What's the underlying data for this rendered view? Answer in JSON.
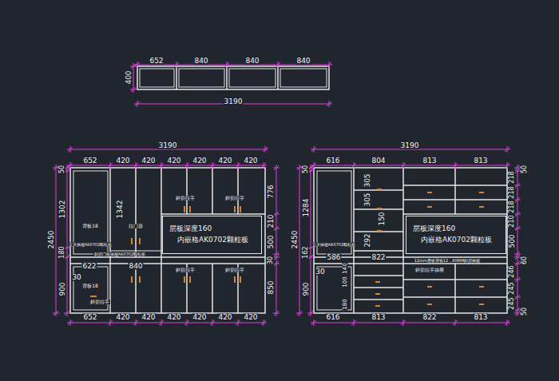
{
  "diagram": {
    "nodes": [
      {
        "text": [
          "层板深度160",
          "内嵌格AK0702颗粒板"
        ]
      },
      {
        "text": [
          "层板深度160",
          "内嵌格AK0702颗粒板"
        ]
      }
    ],
    "labels": [
      "652",
      "840",
      "840",
      "840",
      "400",
      "3190",
      "3190",
      "652",
      "420",
      "420",
      "420",
      "420",
      "420",
      "420",
      "50",
      "1302",
      "2450",
      "180",
      "900",
      "30",
      "1342",
      "622",
      "840",
      "776",
      "210",
      "500",
      "30",
      "850",
      "652",
      "420",
      "420",
      "420",
      "420",
      "420",
      "420",
      "背板18",
      "拉门器",
      "斜切拉手",
      "斜切拉手",
      "玄关抽屉AK0702颗粒板",
      "斜切门板抽屉AK0702颗粒板",
      "背板18",
      "斜切拉手",
      "斜切拉手",
      "斜切拉手",
      "3190",
      "616",
      "804",
      "813",
      "813",
      "50",
      "1284",
      "2450",
      "162",
      "900",
      "30",
      "586",
      "305",
      "305",
      "150",
      "292",
      "822",
      "140",
      "100",
      "180",
      "218",
      "218",
      "218",
      "210",
      "500",
      "60",
      "246",
      "245",
      "245",
      "50",
      "50",
      "616",
      "813",
      "822",
      "813",
      "玄关抽屉AK0702颗粒板",
      "12mm层板背板12，80MM斜切抽屉",
      "斜切拉手抽屉"
    ]
  }
}
